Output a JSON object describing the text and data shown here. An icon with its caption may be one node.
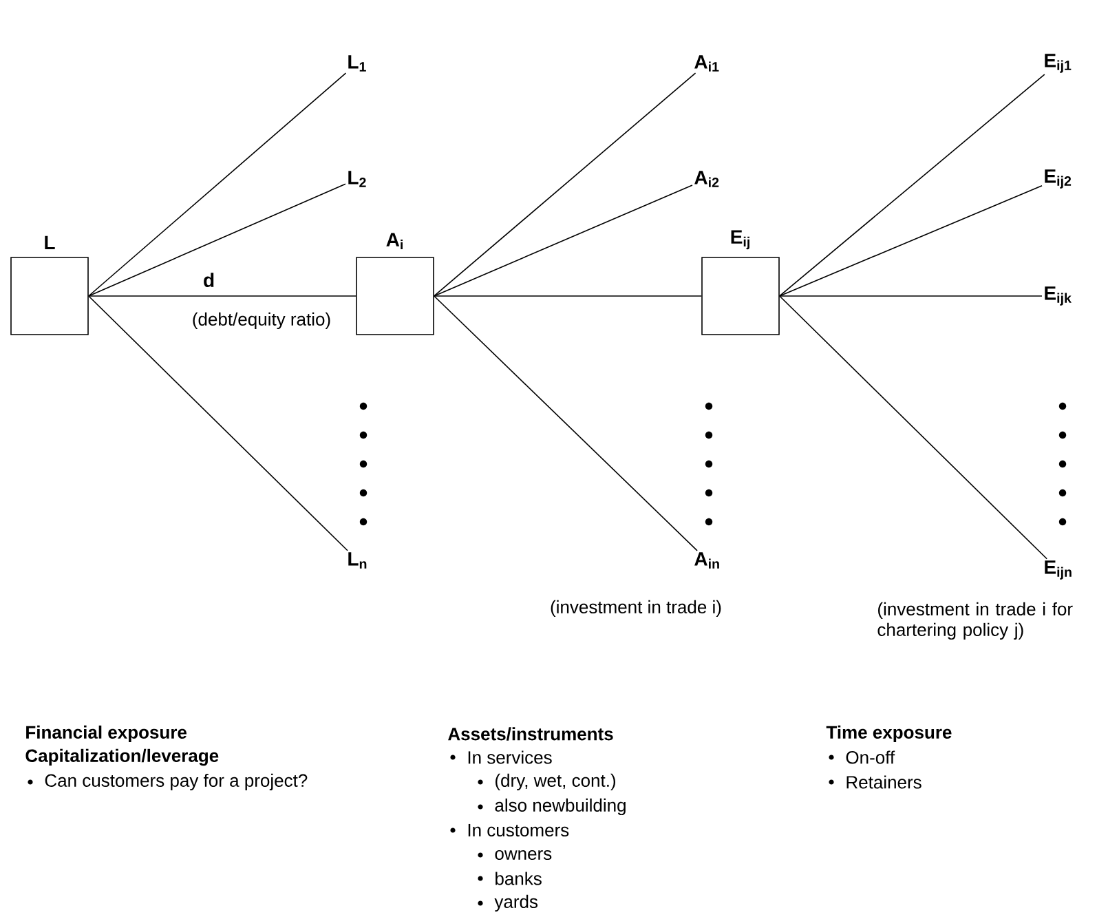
{
  "diagram": {
    "nodes": [
      {
        "text": [
          "L"
        ]
      },
      {
        "text": [
          "L$_{1}$"
        ]
      },
      {
        "text": [
          "L$_{2}$"
        ]
      },
      {
        "text": [
          "L$_{n}$"
        ]
      },
      {
        "text": [
          "A$_{i}$"
        ]
      },
      {
        "text": [
          "A$_{i1}$"
        ]
      },
      {
        "text": [
          "A$_{i2}$"
        ]
      },
      {
        "text": [
          "A$_{in}$"
        ]
      },
      {
        "text": [
          "E$_{ij}$"
        ]
      },
      {
        "text": [
          "E$_{ij1}$"
        ]
      },
      {
        "text": [
          "E$_{ij2}$"
        ]
      },
      {
        "text": [
          "E$_{ijk}$"
        ]
      },
      {
        "text": [
          "E$_{ijn}$"
        ]
      }
    ],
    "edges": [
      {
        "from": 0,
        "to": 1,
        "arrow": "none"
      },
      {
        "from": 0,
        "to": 2,
        "arrow": "none"
      },
      {
        "from": 0,
        "to": 4,
        "arrow": "none",
        "label": "d"
      },
      {
        "from": 0,
        "to": 3,
        "arrow": "none"
      },
      {
        "from": 4,
        "to": 5,
        "arrow": "none"
      },
      {
        "from": 4,
        "to": 6,
        "arrow": "none"
      },
      {
        "from": 4,
        "to": 8,
        "arrow": "none"
      },
      {
        "from": 4,
        "to": 7,
        "arrow": "none"
      },
      {
        "from": 8,
        "to": 9,
        "arrow": "none"
      },
      {
        "from": 8,
        "to": 10,
        "arrow": "none"
      },
      {
        "from": 8,
        "to": 11,
        "arrow": "none"
      },
      {
        "from": 8,
        "to": 12,
        "arrow": "none"
      }
    ],
    "labels": [
      "(debt/equity ratio)",
      "(investment in trade i)",
      "(investment in trade i for chartering policy j)",
      "Financial exposure",
      "Capitalization/leverage",
      "Can customers pay for a project?",
      "Assets/instruments",
      "In services",
      "(dry, wet, cont.)",
      "also newbuilding",
      "In customers",
      "owners",
      "banks",
      "yards",
      "Time exposure",
      "On-off",
      "Retainers"
    ]
  }
}
